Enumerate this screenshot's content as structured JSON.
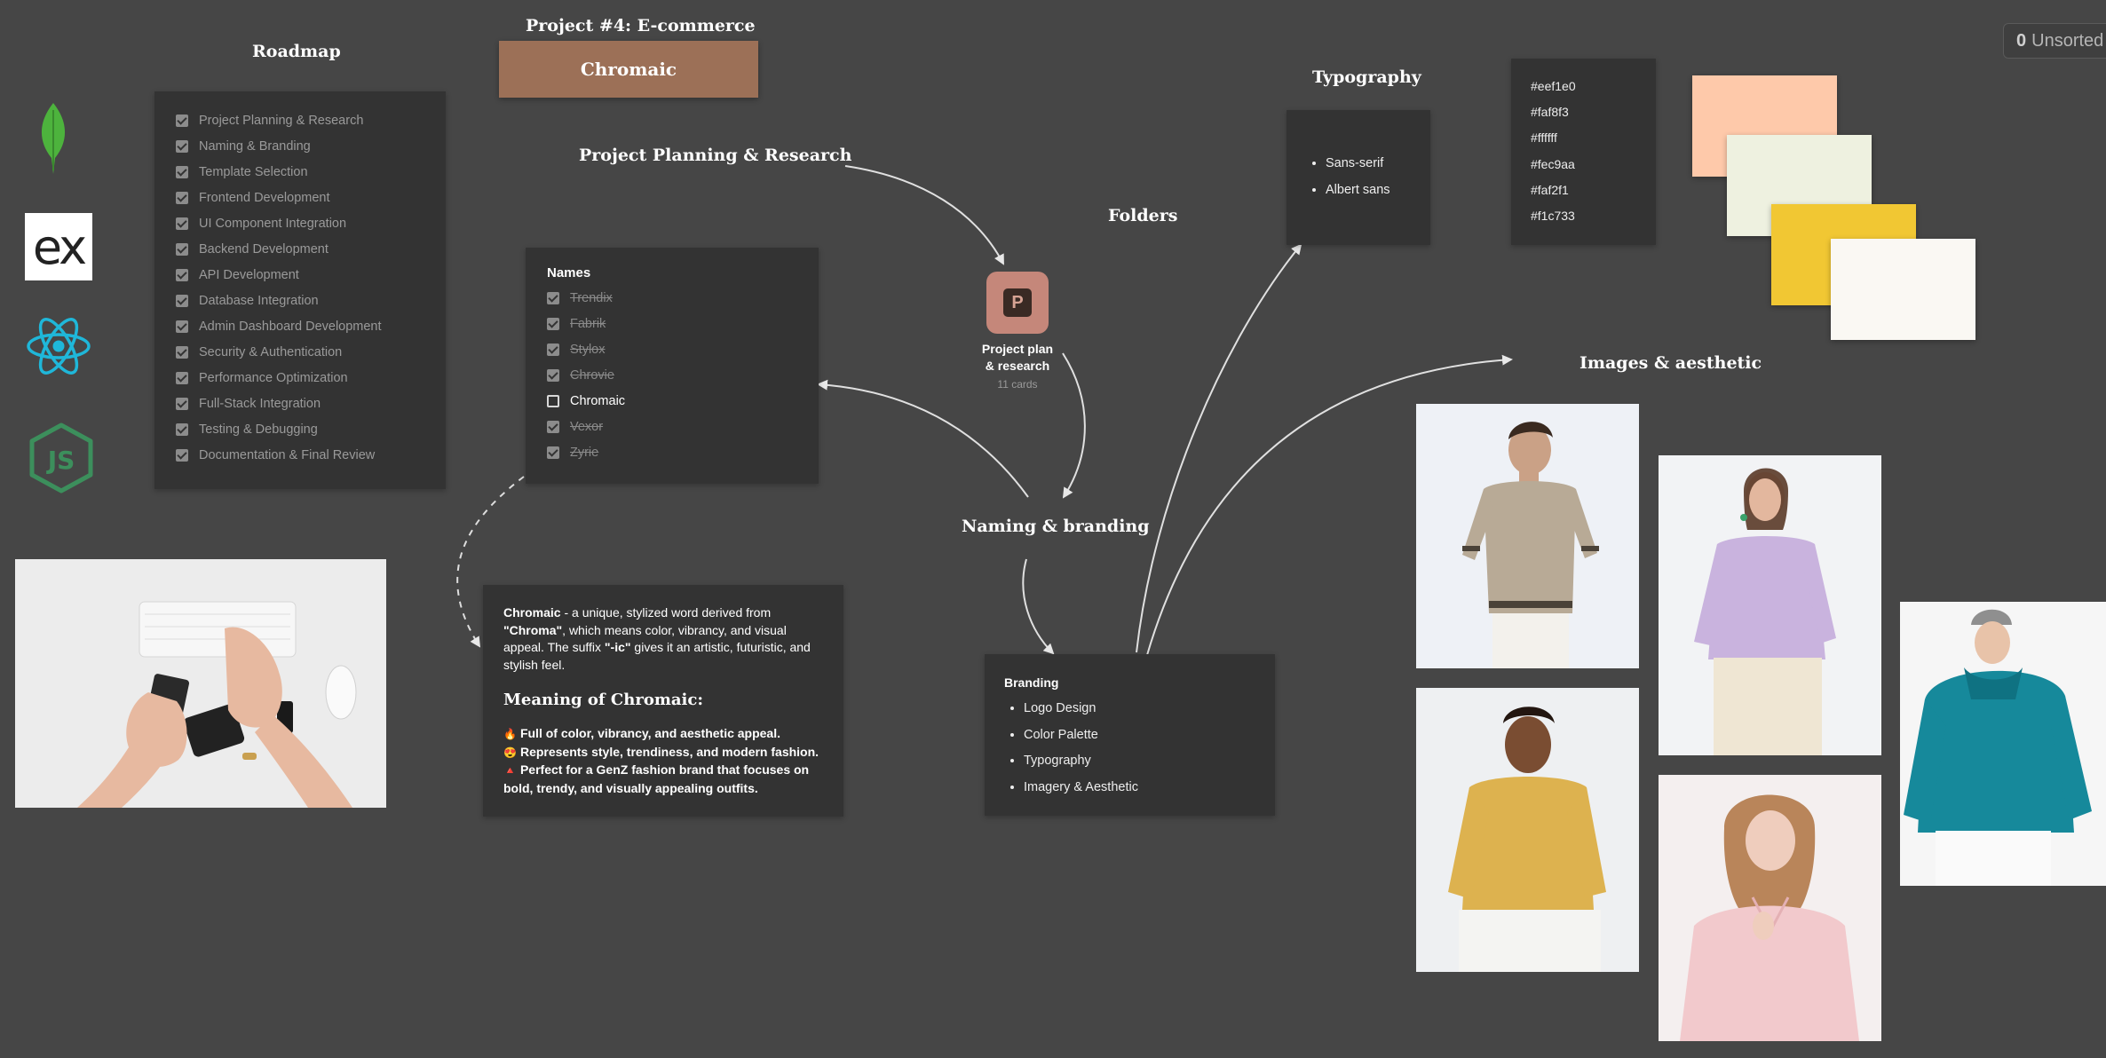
{
  "top_badge": {
    "count": "0",
    "label": "Unsorted"
  },
  "roadmap": {
    "title": "Roadmap",
    "items": [
      "Project Planning & Research",
      "Naming & Branding",
      "Template Selection",
      "Frontend Development",
      "UI Component Integration",
      "Backend Development",
      "API Development",
      "Database Integration",
      "Admin Dashboard Development",
      "Security & Authentication",
      "Performance Optimization",
      "Full-Stack Integration",
      "Testing & Debugging",
      "Documentation & Final Review"
    ]
  },
  "project": {
    "title": "Project #4: E-commerce",
    "name": "Chromaic"
  },
  "planning_heading": "Project Planning & Research",
  "names_card": {
    "title": "Names",
    "items": [
      {
        "label": "Trendix",
        "checked": true
      },
      {
        "label": "Fabrik",
        "checked": true
      },
      {
        "label": "Stylox",
        "checked": true
      },
      {
        "label": "Chrovie",
        "checked": true
      },
      {
        "label": "Chromaic",
        "checked": false
      },
      {
        "label": "Vexor",
        "checked": true
      },
      {
        "label": "Zyrie",
        "checked": true
      }
    ]
  },
  "board_node": {
    "letter": "P",
    "title": "Project plan & research",
    "meta": "11 cards",
    "color": "#c5877a"
  },
  "folders_label": "Folders",
  "naming_heading": "Naming & branding",
  "chromaic_card": {
    "bold_name": "Chromaic",
    "desc_1": " - a unique, stylized word derived from ",
    "chroma": "\"Chroma\"",
    "desc_2": ", which means color, vibrancy, and visual appeal. The suffix ",
    "suffix": "\"-ic\"",
    "desc_3": " gives it an artistic, futuristic, and stylish feel.",
    "meaning_title": "Meaning of Chromaic:",
    "points": [
      {
        "icon": "🔥",
        "text": "Full of color, vibrancy, and aesthetic appeal."
      },
      {
        "icon": "😍",
        "text": "Represents style, trendiness, and modern fashion."
      },
      {
        "icon": "🔺",
        "text": "Perfect for a GenZ fashion brand that focuses on bold, trendy, and visually appealing outfits."
      }
    ]
  },
  "branding_card": {
    "title": "Branding",
    "items": [
      "Logo Design",
      "Color Palette",
      "Typography",
      "Imagery & Aesthetic"
    ]
  },
  "typography": {
    "title": "Typography",
    "items": [
      "Sans-serif",
      "Albert sans"
    ]
  },
  "palette": {
    "codes": [
      "#eef1e0",
      "#faf8f3",
      "#ffffff",
      "#fec9aa",
      "#faf2f1",
      "#f1c733"
    ],
    "swatches": [
      "#fec9aa",
      "#eef1e0",
      "#f1c733",
      "#faf8f3"
    ]
  },
  "images_heading": "Images & aesthetic",
  "tech_icons": [
    {
      "name": "mongodb-icon",
      "color": "#4db33d"
    },
    {
      "name": "express-icon",
      "label": "ex"
    },
    {
      "name": "react-icon",
      "color": "#1fb7d9"
    },
    {
      "name": "nodejs-icon",
      "label": "JS",
      "color": "#3c8f5c"
    }
  ]
}
